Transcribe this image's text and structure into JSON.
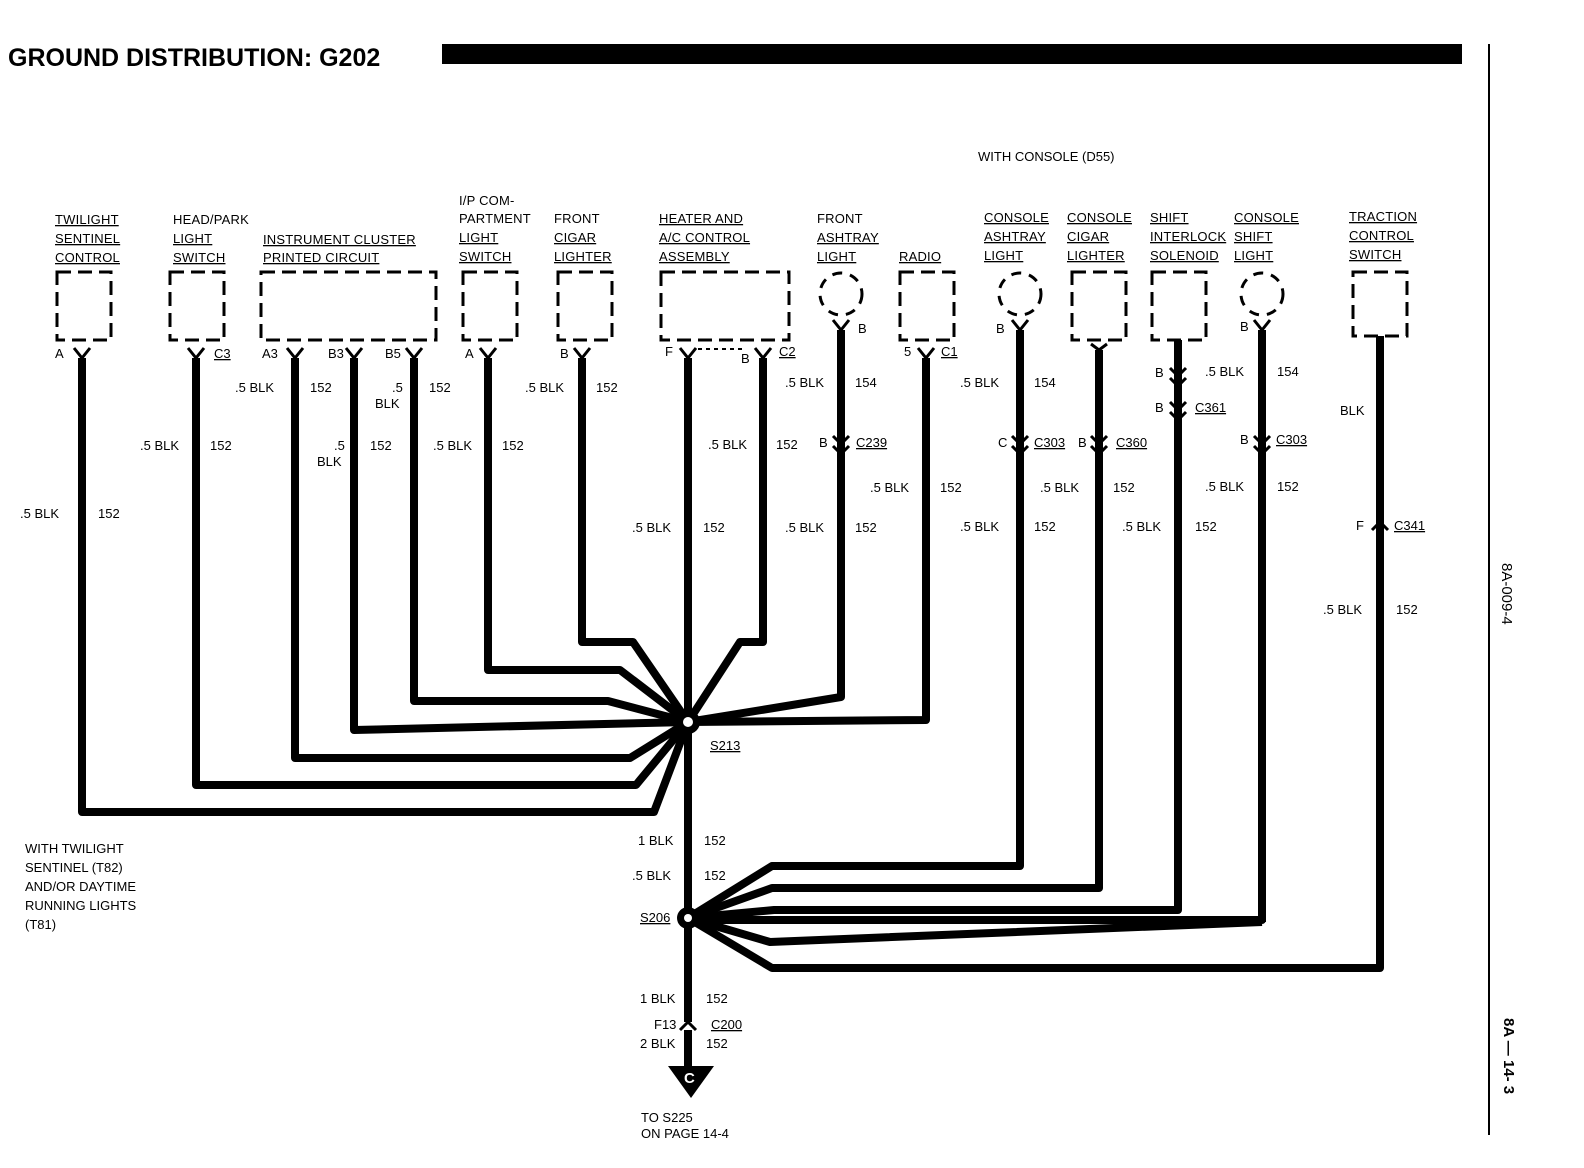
{
  "title": "GROUND DISTRIBUTION: G202",
  "console_note": "WITH CONSOLE (D55)",
  "twilight_note": [
    "WITH TWILIGHT",
    "SENTINEL (T82)",
    "AND/OR DAYTIME",
    "RUNNING LIGHTS",
    "(T81)"
  ],
  "components": {
    "twilight": [
      "TWILIGHT",
      "SENTINEL",
      "CONTROL"
    ],
    "headpark": [
      "HEAD/PARK",
      "LIGHT",
      "SWITCH"
    ],
    "cluster": [
      "INSTRUMENT CLUSTER",
      "PRINTED CIRCUIT"
    ],
    "ipcomp": [
      "I/P COM-",
      "PARTMENT",
      "LIGHT",
      "SWITCH"
    ],
    "frontcigar": [
      "FRONT",
      "CIGAR",
      "LIGHTER"
    ],
    "heater": [
      "HEATER AND",
      "A/C CONTROL",
      "ASSEMBLY"
    ],
    "ashtray": [
      "FRONT",
      "ASHTRAY",
      "LIGHT"
    ],
    "radio": [
      "RADIO"
    ],
    "consoleashtray": [
      "CONSOLE",
      "ASHTRAY",
      "LIGHT"
    ],
    "consolecigar": [
      "CONSOLE",
      "CIGAR",
      "LIGHTER"
    ],
    "shiftinterlock": [
      "SHIFT",
      "INTERLOCK",
      "SOLENOID"
    ],
    "consoleshift": [
      "CONSOLE",
      "SHIFT",
      "LIGHT"
    ],
    "traction": [
      "TRACTION",
      "CONTROL",
      "SWITCH"
    ]
  },
  "pins": {
    "twilight": "A",
    "headpark_conn": "C3",
    "cluster_a3": "A3",
    "cluster_b3": "B3",
    "cluster_b5": "B5",
    "ipcomp": "A",
    "frontcigar": "B",
    "heater_f": "F",
    "heater_b": "B",
    "heater_conn": "C2",
    "ashtray": "B",
    "radio_pin": "5",
    "radio_conn": "C1",
    "consoleashtray": "B",
    "consoleshift": "B"
  },
  "connectors": {
    "c239": "C239",
    "c239_pin": "B",
    "c303a": "C303",
    "c303a_pin": "C",
    "c360": "C360",
    "c360_pin": "B",
    "c361": "C361",
    "c361_pin_top": "B",
    "c361_pin": "B",
    "c303b": "C303",
    "c303b_pin": "B",
    "c341": "C341",
    "c341_pin": "F",
    "c200": "C200",
    "c200_pin": "F13"
  },
  "splices": {
    "s213": "S213",
    "s206": "S206"
  },
  "wires": {
    "w5blk": ".5 BLK",
    "w152": "152",
    "w154": "154",
    "blk": "BLK",
    "w5": ".5",
    "w1blk": "1 BLK",
    "w2blk": "2 BLK"
  },
  "ground_symbol": "C",
  "destination": [
    "TO S225",
    "ON PAGE 14-4"
  ],
  "side_code": "8A-009-4",
  "page_number": "8A — 14- 3"
}
